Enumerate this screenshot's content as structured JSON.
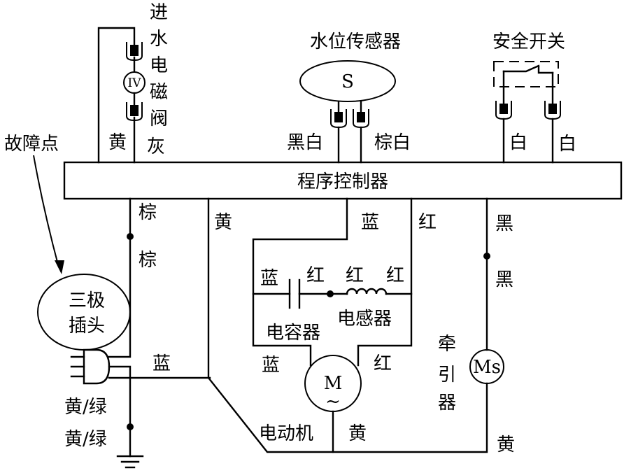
{
  "labels": {
    "inlet_valve": [
      "进",
      "水",
      "电",
      "磁",
      "阀"
    ],
    "valve_symbol": "IV",
    "yellow": "黄",
    "grey": "灰",
    "water_level_sensor": "水位传感器",
    "sensor_symbol": "S",
    "black_white": "黑白",
    "brown_white": "棕白",
    "safety_switch": "安全开关",
    "white": "白",
    "fault_point": "故障点",
    "program_controller": "程序控制器",
    "brown": "棕",
    "blue": "蓝",
    "red": "红",
    "black": "黑",
    "three_pin_plug": [
      "三极",
      "插头"
    ],
    "capacitor": "电容器",
    "inductor": "电感器",
    "traction": [
      "牵",
      "引",
      "器"
    ],
    "traction_symbol": "Ms",
    "motor_symbol": "M",
    "motor_tilde": "~",
    "motor": "电动机",
    "yellow_green": "黄/绿"
  },
  "colors": {
    "ink": "#000000",
    "background": "#ffffff"
  }
}
